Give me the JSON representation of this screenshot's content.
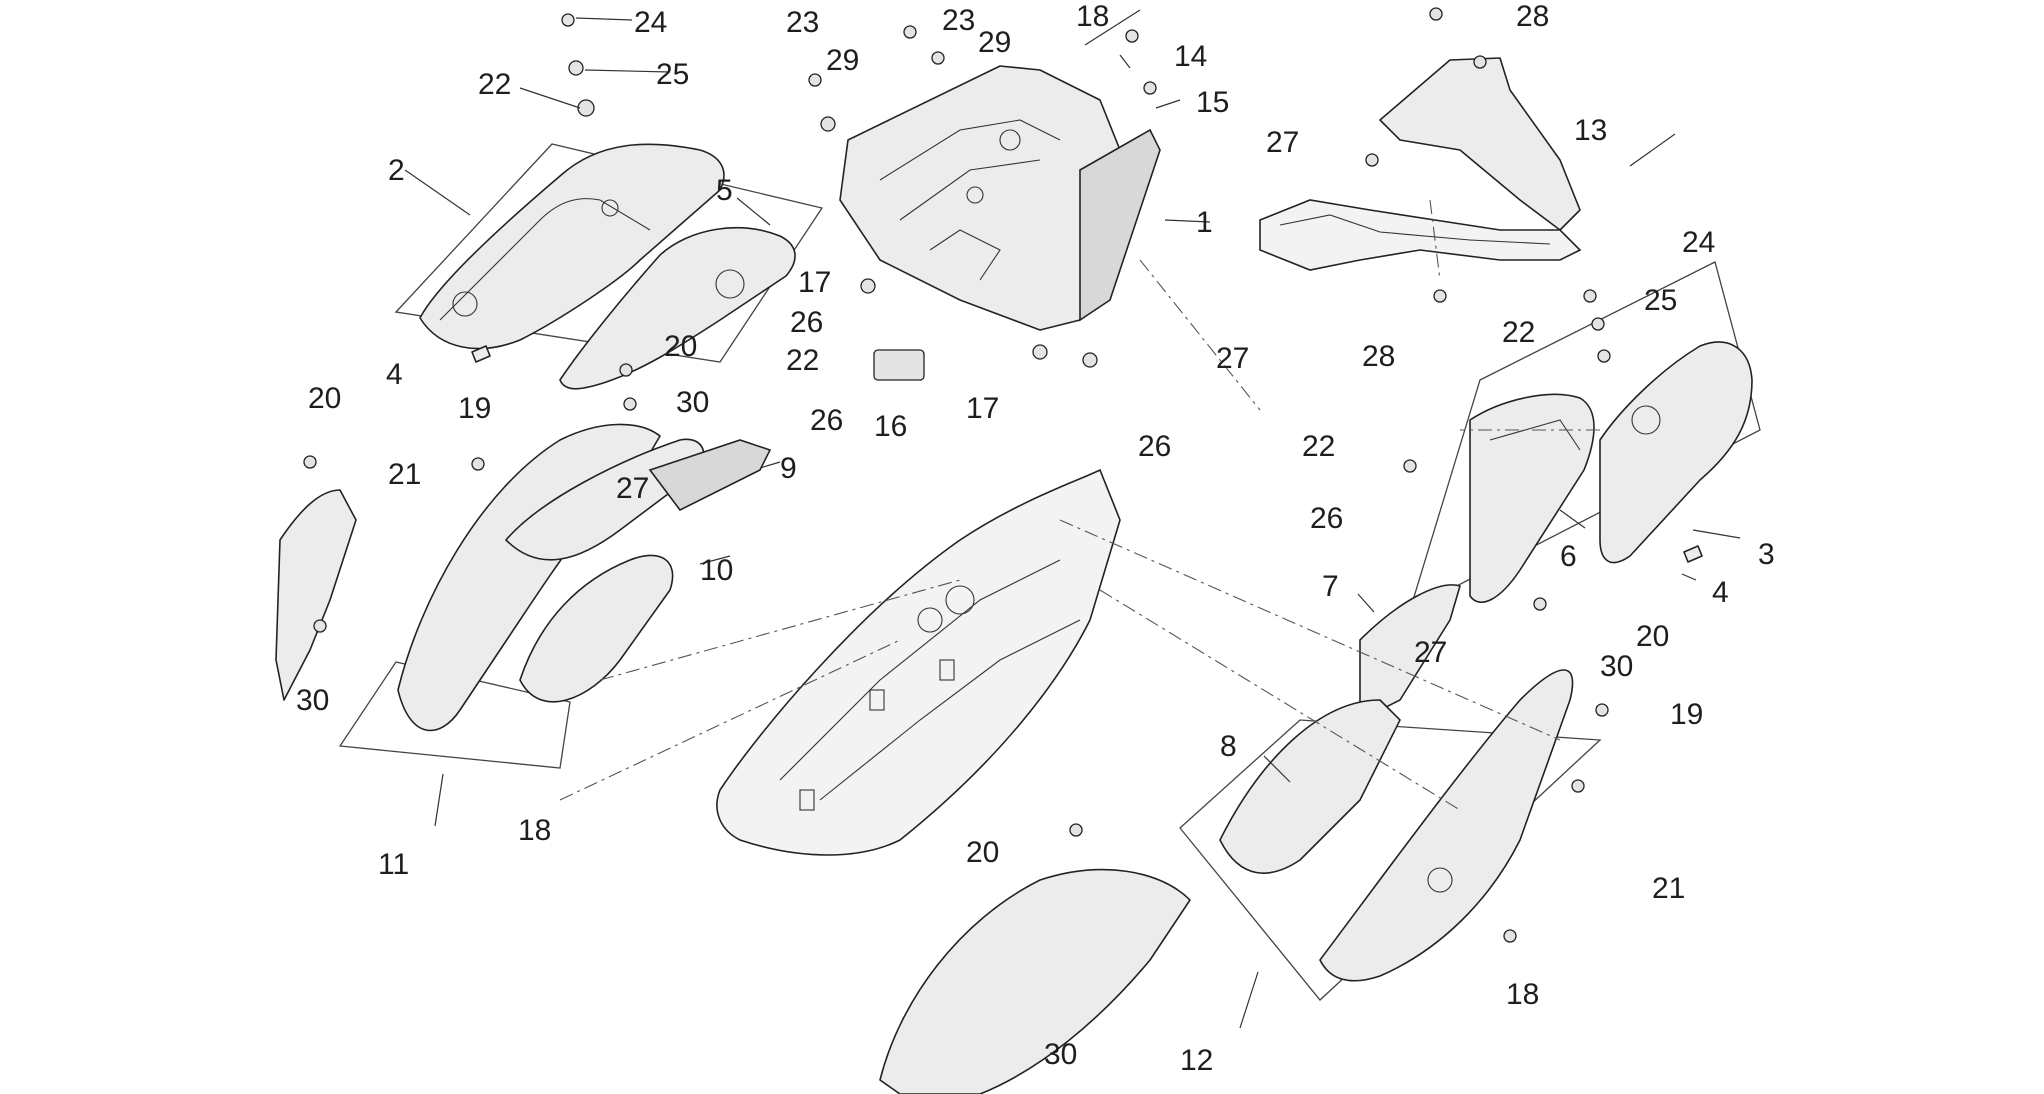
{
  "diagram": {
    "callouts": [
      {
        "id": "c1",
        "text": "1"
      },
      {
        "id": "c2",
        "text": "2"
      },
      {
        "id": "c3",
        "text": "3"
      },
      {
        "id": "c4a",
        "text": "4"
      },
      {
        "id": "c4b",
        "text": "4"
      },
      {
        "id": "c5",
        "text": "5"
      },
      {
        "id": "c6",
        "text": "6"
      },
      {
        "id": "c7",
        "text": "7"
      },
      {
        "id": "c8",
        "text": "8"
      },
      {
        "id": "c9",
        "text": "9"
      },
      {
        "id": "c10",
        "text": "10"
      },
      {
        "id": "c11",
        "text": "11"
      },
      {
        "id": "c12",
        "text": "12"
      },
      {
        "id": "c13",
        "text": "13"
      },
      {
        "id": "c14",
        "text": "14"
      },
      {
        "id": "c15",
        "text": "15"
      },
      {
        "id": "c16",
        "text": "16"
      },
      {
        "id": "c17a",
        "text": "17"
      },
      {
        "id": "c17b",
        "text": "17"
      },
      {
        "id": "c18a",
        "text": "18"
      },
      {
        "id": "c18b",
        "text": "18"
      },
      {
        "id": "c18c",
        "text": "18"
      },
      {
        "id": "c19a",
        "text": "19"
      },
      {
        "id": "c19b",
        "text": "19"
      },
      {
        "id": "c20a",
        "text": "20"
      },
      {
        "id": "c20b",
        "text": "20"
      },
      {
        "id": "c20c",
        "text": "20"
      },
      {
        "id": "c20d",
        "text": "20"
      },
      {
        "id": "c21a",
        "text": "21"
      },
      {
        "id": "c21b",
        "text": "21"
      },
      {
        "id": "c22a",
        "text": "22"
      },
      {
        "id": "c22b",
        "text": "22"
      },
      {
        "id": "c22c",
        "text": "22"
      },
      {
        "id": "c22d",
        "text": "22"
      },
      {
        "id": "c23a",
        "text": "23"
      },
      {
        "id": "c23b",
        "text": "23"
      },
      {
        "id": "c24a",
        "text": "24"
      },
      {
        "id": "c24b",
        "text": "24"
      },
      {
        "id": "c25a",
        "text": "25"
      },
      {
        "id": "c25b",
        "text": "25"
      },
      {
        "id": "c26a",
        "text": "26"
      },
      {
        "id": "c26b",
        "text": "26"
      },
      {
        "id": "c26c",
        "text": "26"
      },
      {
        "id": "c26d",
        "text": "26"
      },
      {
        "id": "c27a",
        "text": "27"
      },
      {
        "id": "c27b",
        "text": "27"
      },
      {
        "id": "c27c",
        "text": "27"
      },
      {
        "id": "c27d",
        "text": "27"
      },
      {
        "id": "c28a",
        "text": "28"
      },
      {
        "id": "c28b",
        "text": "28"
      },
      {
        "id": "c29a",
        "text": "29"
      },
      {
        "id": "c29b",
        "text": "29"
      },
      {
        "id": "c30a",
        "text": "30"
      },
      {
        "id": "c30b",
        "text": "30"
      },
      {
        "id": "c30c",
        "text": "30"
      },
      {
        "id": "c30d",
        "text": "30"
      }
    ]
  }
}
